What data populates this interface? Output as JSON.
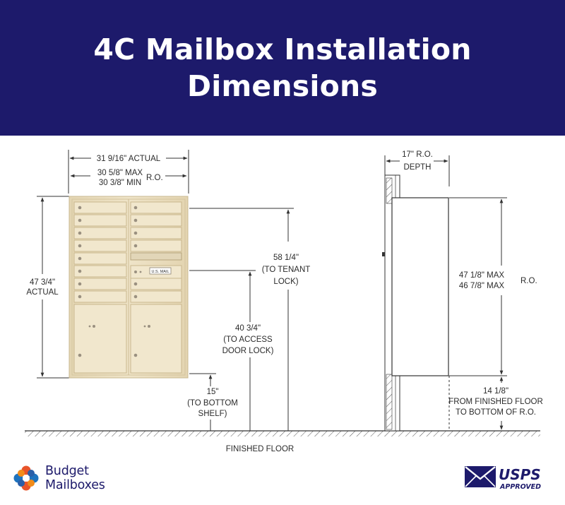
{
  "header": {
    "title_line1": "4C Mailbox Installation",
    "title_line2": "Dimensions"
  },
  "diagram": {
    "width_actual": "31 9/16\" ACTUAL",
    "ro_max": "30 5/8\" MAX",
    "ro_min": "30 3/8\" MIN",
    "ro_label": "R.O.",
    "height_value": "47 3/4\"",
    "height_actual": "ACTUAL",
    "tenant_value": "58 1/4\"",
    "tenant_line2": "(TO TENANT",
    "tenant_line3": "LOCK)",
    "access_value": "40 3/4\"",
    "access_line2": "(TO ACCESS",
    "access_line3": "DOOR LOCK)",
    "shelf_value": "15\"",
    "shelf_line2": "(TO BOTTOM",
    "shelf_line3": "SHELF)",
    "depth_value": "17\"  R.O.",
    "depth_label": "DEPTH",
    "side_max": "47 1/8\" MAX",
    "side_min": "46 7/8\" MAX",
    "side_ro": "R.O.",
    "floor_value": "14 1/8\"",
    "floor_line2": "FROM FINISHED FLOOR",
    "floor_line3": "TO BOTTOM OF R.O.",
    "finished_floor": "FINISHED FLOOR",
    "mail_label": "U.S. MAIL"
  },
  "footer": {
    "brand_line1": "Budget",
    "brand_line2": "Mailboxes",
    "usps_word": "USPS",
    "usps_approved": "APPROVED"
  },
  "colors": {
    "header_bg": "#1d1a6b",
    "title": "#ffffff",
    "mailbox_sand": "#ece0c1",
    "brand_navy": "#1d1a6b"
  },
  "icons": [
    "budget-mailboxes-logo-icon",
    "usps-envelope-icon"
  ]
}
